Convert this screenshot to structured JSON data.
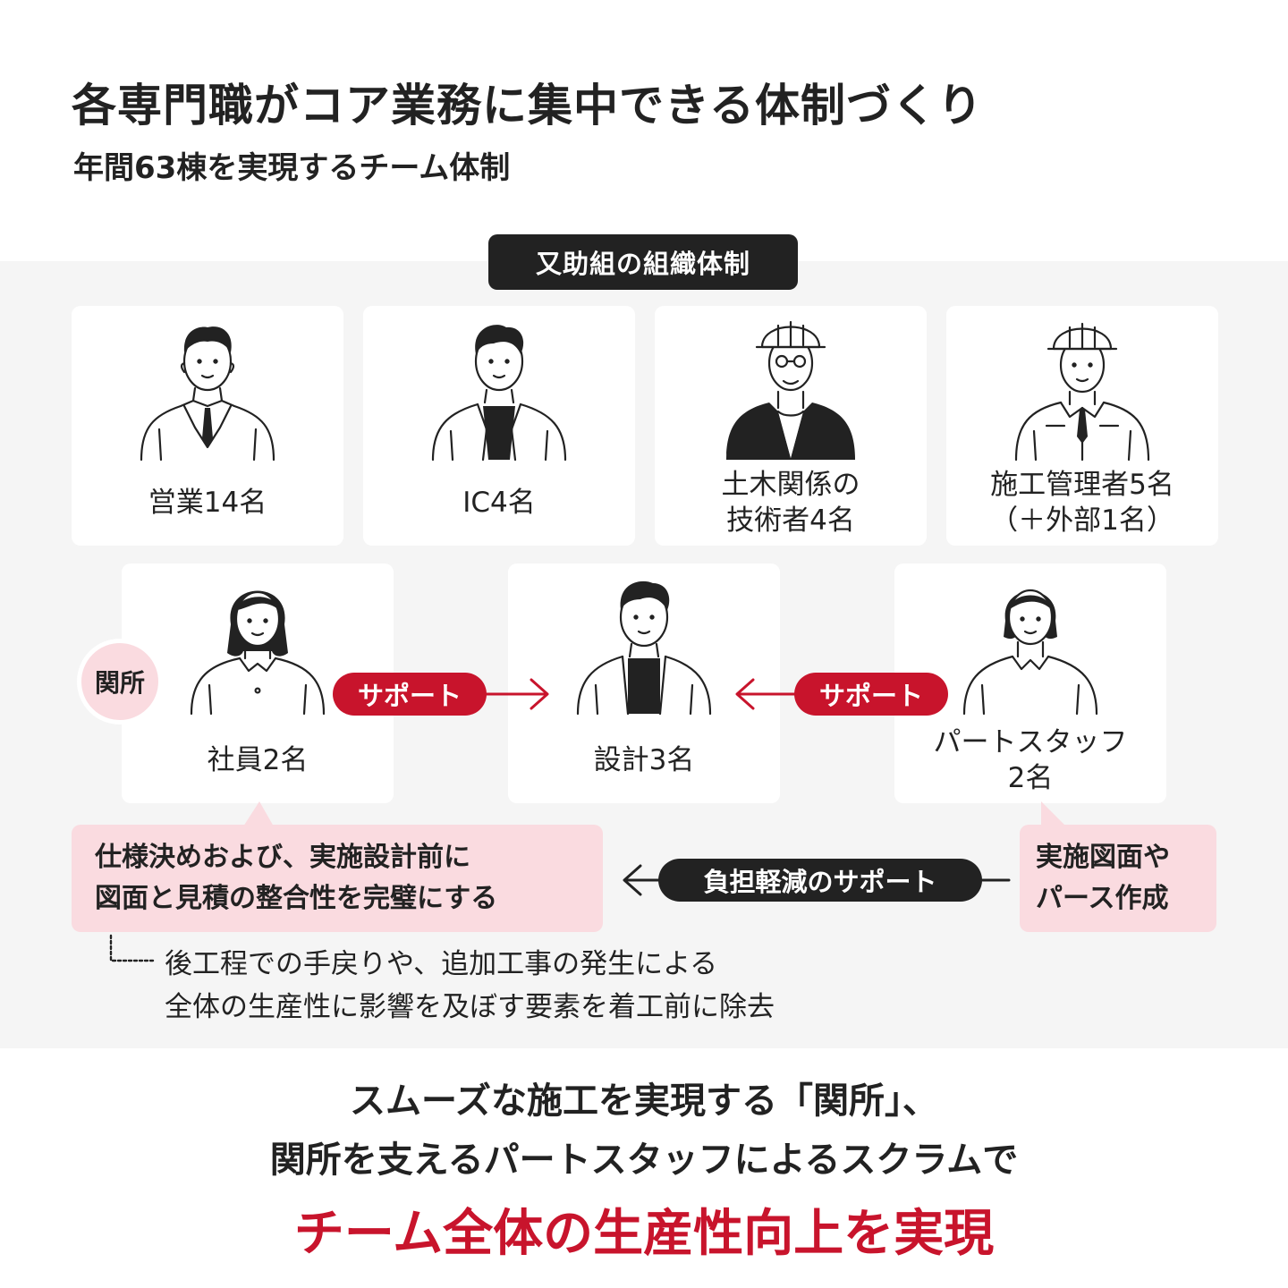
{
  "title": "各専門職がコア業務に集中できる体制づくり",
  "subtitle": "年間63棟を実現するチーム体制",
  "org_label": "又助組の組織体制",
  "roles_top": [
    {
      "label": "営業14名",
      "icon": "suit-person-icon"
    },
    {
      "label": "IC4名",
      "icon": "jacket-person-icon"
    },
    {
      "label": "土木関係の\n技術者4名",
      "icon": "helmet-vest-person-icon"
    },
    {
      "label": "施工管理者5名\n（＋外部1名）",
      "icon": "helmet-uniform-person-icon"
    }
  ],
  "roles_bottom": [
    {
      "label": "社員2名",
      "icon": "woman-blouse-icon"
    },
    {
      "label": "設計3名",
      "icon": "cardigan-person-icon"
    },
    {
      "label": "パートスタッフ\n2名",
      "icon": "woman-shirt-icon"
    }
  ],
  "sekisho_badge": "関所",
  "support_left": "サポート",
  "support_right": "サポート",
  "burden_support": "負担軽減のサポート",
  "pink_left": "仕様決めおよび、実施設計前に\n図面と見積の整合性を完璧にする",
  "pink_right": "実施図面や\nパース作成",
  "note": "後工程での手戻りや、追加工事の発生による\n全体の生産性に影響を及ぼす要素を着工前に除去",
  "bottom_line1": "スムーズな施工を実現する「関所」、",
  "bottom_line2": "関所を支えるパートスタッフによるスクラムで",
  "bottom_line3": "チーム全体の生産性向上を実現",
  "colors": {
    "accent": "#c8142c",
    "pink": "#fadbe0",
    "dark": "#222222",
    "panel": "#f5f5f5"
  }
}
